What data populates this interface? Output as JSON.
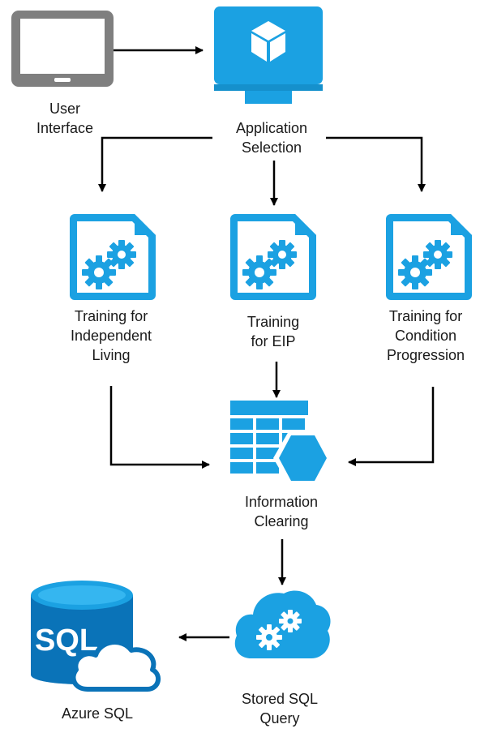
{
  "colors": {
    "accent": "#1ba1e2",
    "accent_dark": "#0a73b8",
    "tablet_gray": "#7f7f7f",
    "arrow": "#000000",
    "text": "#1a1a1a"
  },
  "nodes": {
    "user_interface": {
      "label": "User\nInterface",
      "icon": "tablet-icon"
    },
    "application_selection": {
      "label": "Application\nSelection",
      "icon": "monitor-cube-icon"
    },
    "training_independent": {
      "label": "Training for\nIndependent\nLiving",
      "icon": "document-gears-icon"
    },
    "training_eip": {
      "label": "Training\nfor EIP",
      "icon": "document-gears-icon"
    },
    "training_condition": {
      "label": "Training for\nCondition\nProgression",
      "icon": "document-gears-icon"
    },
    "information_clearing": {
      "label": "Information\nClearing",
      "icon": "table-hexagon-icon"
    },
    "stored_sql_query": {
      "label": "Stored SQL\nQuery",
      "icon": "cloud-gears-icon"
    },
    "azure_sql": {
      "label": "Azure SQL",
      "icon": "sql-database-cloud-icon"
    }
  },
  "edges": [
    {
      "from": "user_interface",
      "to": "application_selection"
    },
    {
      "from": "application_selection",
      "to": "training_independent"
    },
    {
      "from": "application_selection",
      "to": "training_eip"
    },
    {
      "from": "application_selection",
      "to": "training_condition"
    },
    {
      "from": "training_independent",
      "to": "information_clearing"
    },
    {
      "from": "training_eip",
      "to": "information_clearing"
    },
    {
      "from": "training_condition",
      "to": "information_clearing"
    },
    {
      "from": "information_clearing",
      "to": "stored_sql_query"
    },
    {
      "from": "stored_sql_query",
      "to": "azure_sql"
    }
  ]
}
